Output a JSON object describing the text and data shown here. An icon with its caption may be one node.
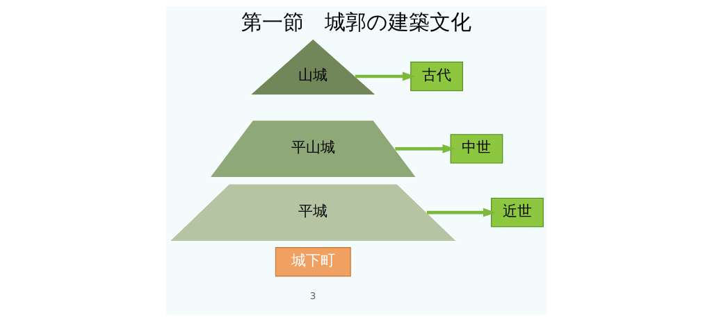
{
  "diagram": {
    "title": "第一節　城郭の建築文化",
    "nodes": [
      {
        "text": [
          "山城"
        ]
      },
      {
        "text": [
          "古代"
        ]
      },
      {
        "text": [
          "平山城"
        ]
      },
      {
        "text": [
          "中世"
        ]
      },
      {
        "text": [
          "平城"
        ]
      },
      {
        "text": [
          "近世"
        ]
      },
      {
        "text": [
          "城下町"
        ]
      }
    ],
    "edges": [
      {
        "from": 0,
        "to": 1,
        "arrow": "to"
      },
      {
        "from": 2,
        "to": 3,
        "arrow": "to"
      },
      {
        "from": 4,
        "to": 5,
        "arrow": "to"
      }
    ],
    "labels": [
      "3"
    ]
  }
}
